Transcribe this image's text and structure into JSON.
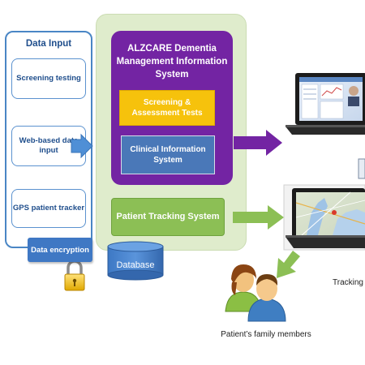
{
  "data_input": {
    "title": "Data Input",
    "items": [
      "Screening testing",
      "Web-based data input",
      "GPS patient tracker"
    ]
  },
  "encryption": {
    "label": "Data encryption"
  },
  "system": {
    "title": "ALZCARE Dementia Management Information System",
    "modules": [
      "Screening & Assessment Tests",
      "Clinical Information System"
    ],
    "tracking": "Patient Tracking System"
  },
  "database": {
    "label": "Database"
  },
  "outputs": {
    "family_label": "Patient’s family members",
    "tracking_label": "Tracking"
  },
  "colors": {
    "input_blue": "#4a86c5",
    "system_purple": "#7324a3",
    "screening_yellow": "#f6c20c",
    "clinical_blue": "#4a78b8",
    "tracking_green": "#8cbf55",
    "frame_green": "#dfeccc"
  },
  "icons": [
    "padlock-icon",
    "database-icon",
    "laptop-icon",
    "family-icon",
    "arrow-icon"
  ]
}
